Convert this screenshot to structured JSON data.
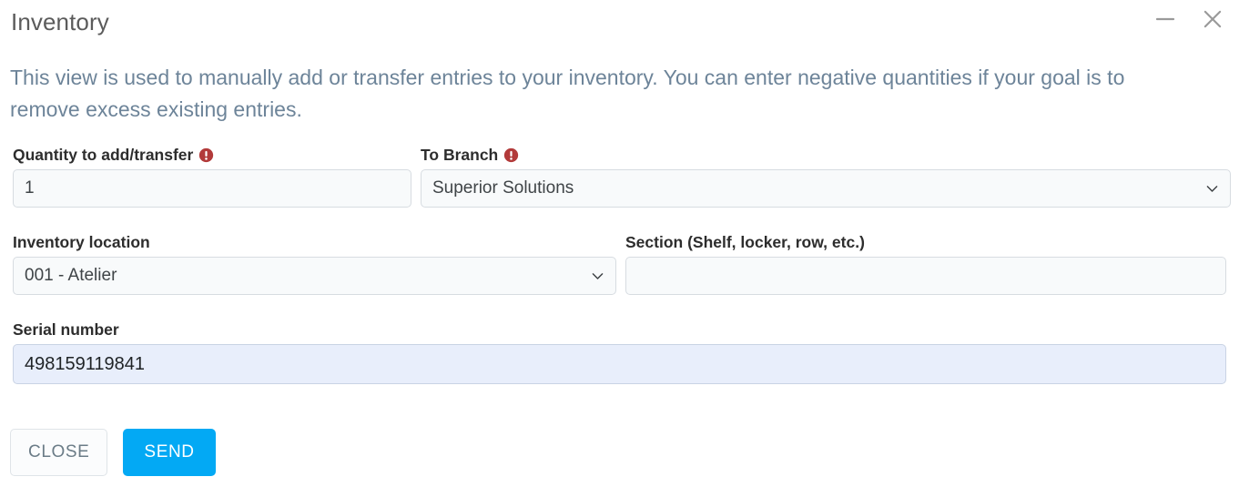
{
  "dialog": {
    "title": "Inventory",
    "description": "This view is used to manually add or transfer entries to your inventory. You can enter negative quantities if your goal is to remove excess existing entries."
  },
  "window_controls": {
    "minimize": "minimize-icon",
    "close": "close-icon"
  },
  "colors": {
    "accent": "#03a9f4",
    "required_marker": "#b23a3a",
    "description_text": "#6d8499",
    "label_text": "#2d2d2d",
    "field_background": "#f8fafb",
    "field_highlight_background": "#e8eefb",
    "title_text": "#5b5b5b"
  },
  "fields": {
    "quantity": {
      "label": "Quantity to add/transfer",
      "required": true,
      "value": "1",
      "placeholder": "",
      "type": "text"
    },
    "branch": {
      "label": "To Branch",
      "required": true,
      "value": "Superior Solutions",
      "type": "select",
      "options": [
        "Superior Solutions"
      ]
    },
    "location": {
      "label": "Inventory location",
      "required": false,
      "value": "001 - Atelier",
      "type": "select",
      "options": [
        "001 - Atelier"
      ]
    },
    "section": {
      "label": "Section (Shelf, locker, row, etc.)",
      "required": false,
      "value": "",
      "placeholder": "",
      "type": "text"
    },
    "serial": {
      "label": "Serial number",
      "required": false,
      "value": "498159119841",
      "placeholder": "",
      "type": "text"
    }
  },
  "buttons": {
    "close": "CLOSE",
    "send": "SEND"
  }
}
